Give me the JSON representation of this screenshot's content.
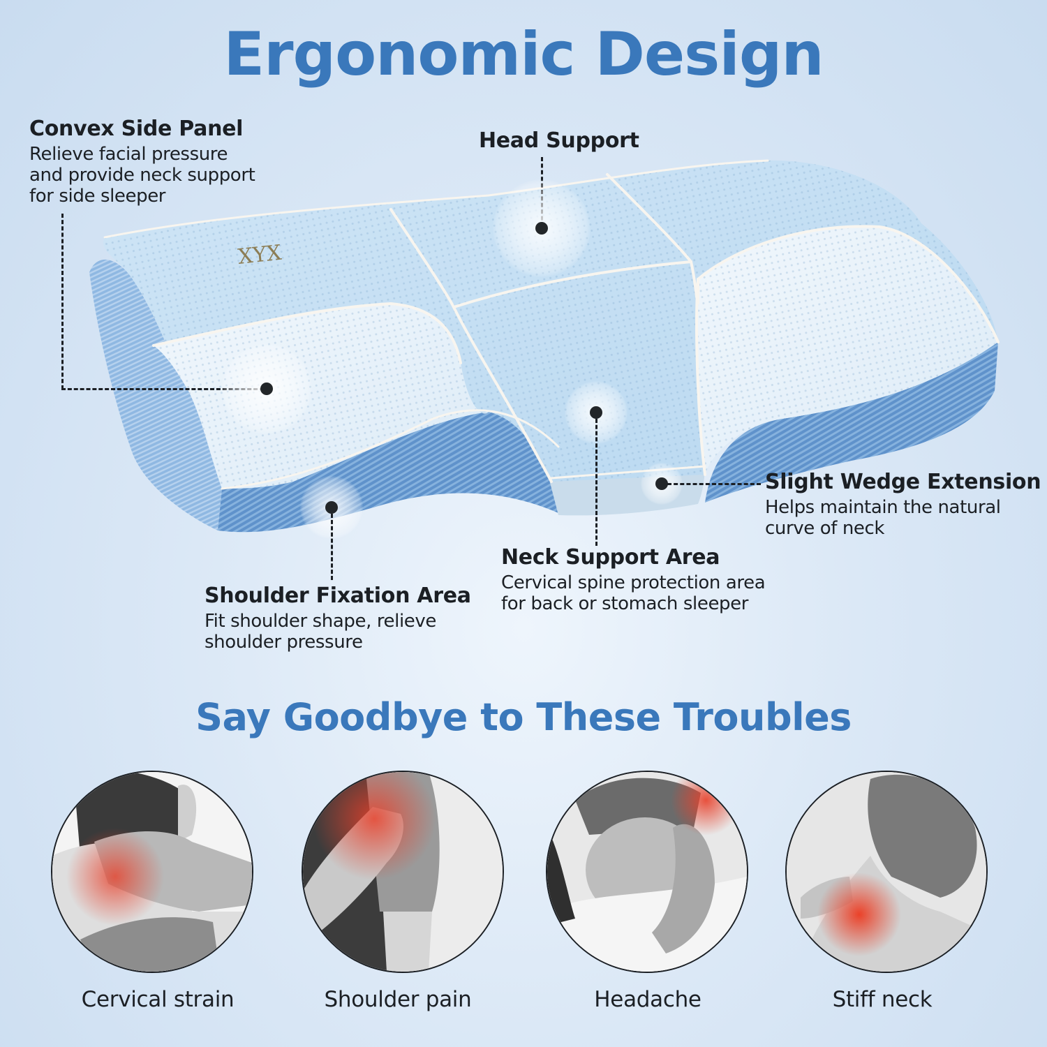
{
  "header": {
    "title": "Ergonomic Design"
  },
  "pillow": {
    "logo_text": "XYX",
    "colors": {
      "top_surface": "#cfe4f4",
      "white_panel": "#eaf3fa",
      "side_mesh": "#6f9fd3",
      "side_mesh_dark": "#4f82bf",
      "seam": "#f7f4ee"
    }
  },
  "callouts": {
    "convex_side_panel": {
      "title": "Convex Side Panel",
      "description": "Relieve facial pressure\nand provide neck support\nfor side sleeper"
    },
    "head_support": {
      "title": "Head Support"
    },
    "slight_wedge_extension": {
      "title": "Slight Wedge Extension",
      "description": "Helps maintain the natural\ncurve of neck"
    },
    "neck_support_area": {
      "title": "Neck Support Area",
      "description": "Cervical spine protection area\nfor back or stomach sleeper"
    },
    "shoulder_fixation_area": {
      "title": "Shoulder Fixation Area",
      "description": "Fit shoulder shape, relieve\nshoulder pressure"
    }
  },
  "troubles": {
    "title": "Say Goodbye to These Troubles",
    "items": [
      {
        "label": "Cervical strain",
        "image": "neck-pain-photo"
      },
      {
        "label": "Shoulder pain",
        "image": "shoulder-pain-photo"
      },
      {
        "label": "Headache",
        "image": "headache-photo"
      },
      {
        "label": "Stiff neck",
        "image": "stiff-neck-photo"
      }
    ]
  },
  "theme": {
    "accent": "#3a78bb",
    "text": "#1b1f24",
    "pain_highlight": "#e8402a"
  }
}
